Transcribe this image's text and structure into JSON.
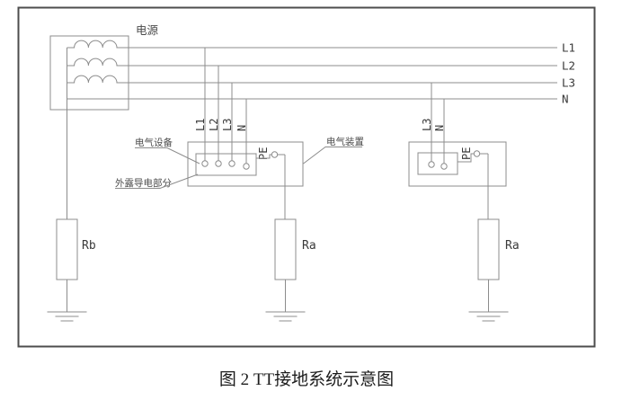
{
  "caption": "图 2 TT接地系统示意图",
  "colors": {
    "line": "#8c8c8c",
    "frame": "#4d4d4d",
    "label_text": "#3a3a3a",
    "annotation_text": "#4a4a4a",
    "caption_text": "#1c1c1c",
    "background": "#ffffff"
  },
  "diagram": {
    "power_source_label": "电源",
    "bus_labels": {
      "l1": "L1",
      "l2": "L2",
      "l3": "L3",
      "n": "N"
    },
    "left_device": {
      "tap_labels": {
        "l1": "L1",
        "l2": "L2",
        "l3": "L3",
        "n": "N"
      },
      "pe_label": "PE",
      "annotations": {
        "equipment": "电气设备",
        "exposed_conductive_part": "外露导电部分",
        "installation": "电气装置"
      },
      "earth_resistor": "Ra"
    },
    "right_device": {
      "tap_labels": {
        "l3": "L3",
        "n": "N"
      },
      "pe_label": "PE",
      "earth_resistor": "Ra"
    },
    "source_earth_resistor": "Rb"
  }
}
